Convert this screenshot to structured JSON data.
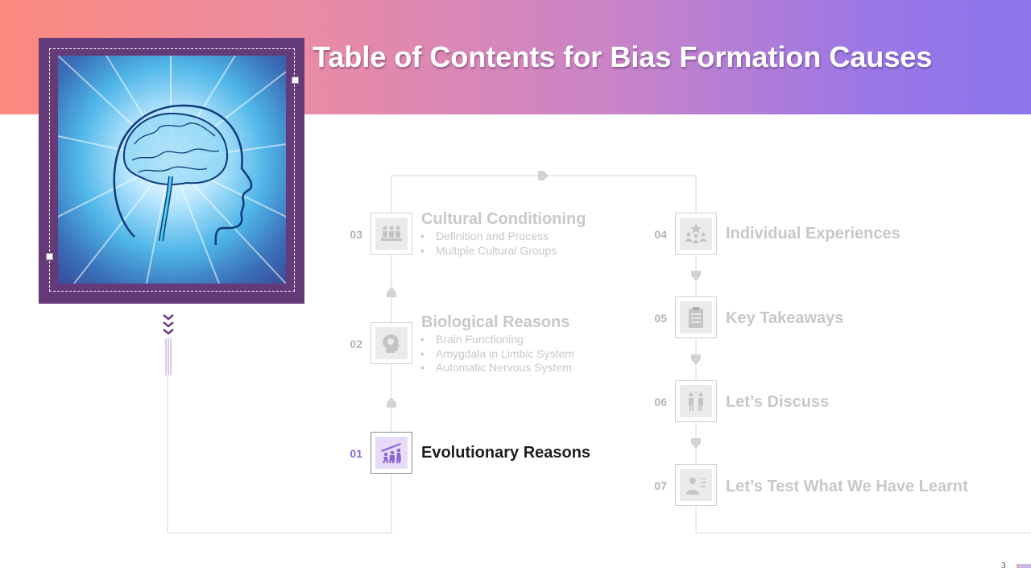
{
  "header": {
    "title": "Table of Contents for Bias Formation Causes",
    "gradient_start": "#fb8a7e",
    "gradient_end": "#8b74ec"
  },
  "frame": {
    "color": "#653a79"
  },
  "image": {
    "icon": "brain-head-icon"
  },
  "items": [
    {
      "number": "01",
      "title": "Evolutionary Reasons",
      "active": true,
      "icon": "evolution-icon",
      "bullets": []
    },
    {
      "number": "02",
      "title": "Biological Reasons",
      "active": false,
      "icon": "head-brain-icon",
      "bullets": [
        "Brain Functioning",
        "Amygdala in Limbic System",
        "Automatic Nervous System"
      ]
    },
    {
      "number": "03",
      "title": "Cultural Conditioning",
      "active": false,
      "icon": "group-icon",
      "bullets": [
        "Definition and Process",
        "Multiple Cultural Groups"
      ]
    },
    {
      "number": "04",
      "title": "Individual Experiences",
      "active": false,
      "icon": "people-star-icon",
      "bullets": []
    },
    {
      "number": "05",
      "title": "Key Takeaways",
      "active": false,
      "icon": "clipboard-icon",
      "bullets": []
    },
    {
      "number": "06",
      "title": "Let’s Discuss",
      "active": false,
      "icon": "discussion-icon",
      "bullets": []
    },
    {
      "number": "07",
      "title": "Let’s Test What We Have Learnt",
      "active": false,
      "icon": "test-icon",
      "bullets": []
    }
  ],
  "colors": {
    "active_number": "#8d67d6",
    "inactive": "#c8c8c8",
    "active_text": "#1d1d1d"
  },
  "footer": {
    "page_number": "3"
  }
}
